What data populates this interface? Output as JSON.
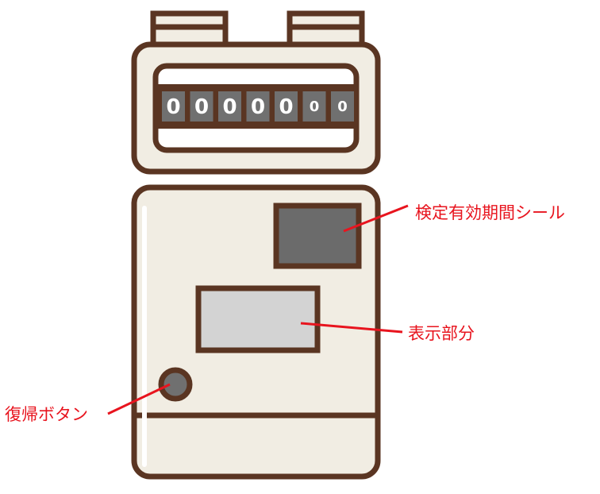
{
  "colors": {
    "outline": "#5a3522",
    "body": "#f1ede3",
    "highlight": "#ffffff",
    "digit_bg": "#707070",
    "digit_text": "#ffffff",
    "seal": "#6b6b6b",
    "display": "#d3d3d3",
    "button": "#707070",
    "callout": "#e8141e"
  },
  "counter": {
    "digits": [
      "0",
      "0",
      "0",
      "0",
      "0",
      "0",
      "0"
    ]
  },
  "labels": {
    "seal": "検定有効期間シール",
    "display": "表示部分",
    "reset_button": "復帰ボタン"
  }
}
